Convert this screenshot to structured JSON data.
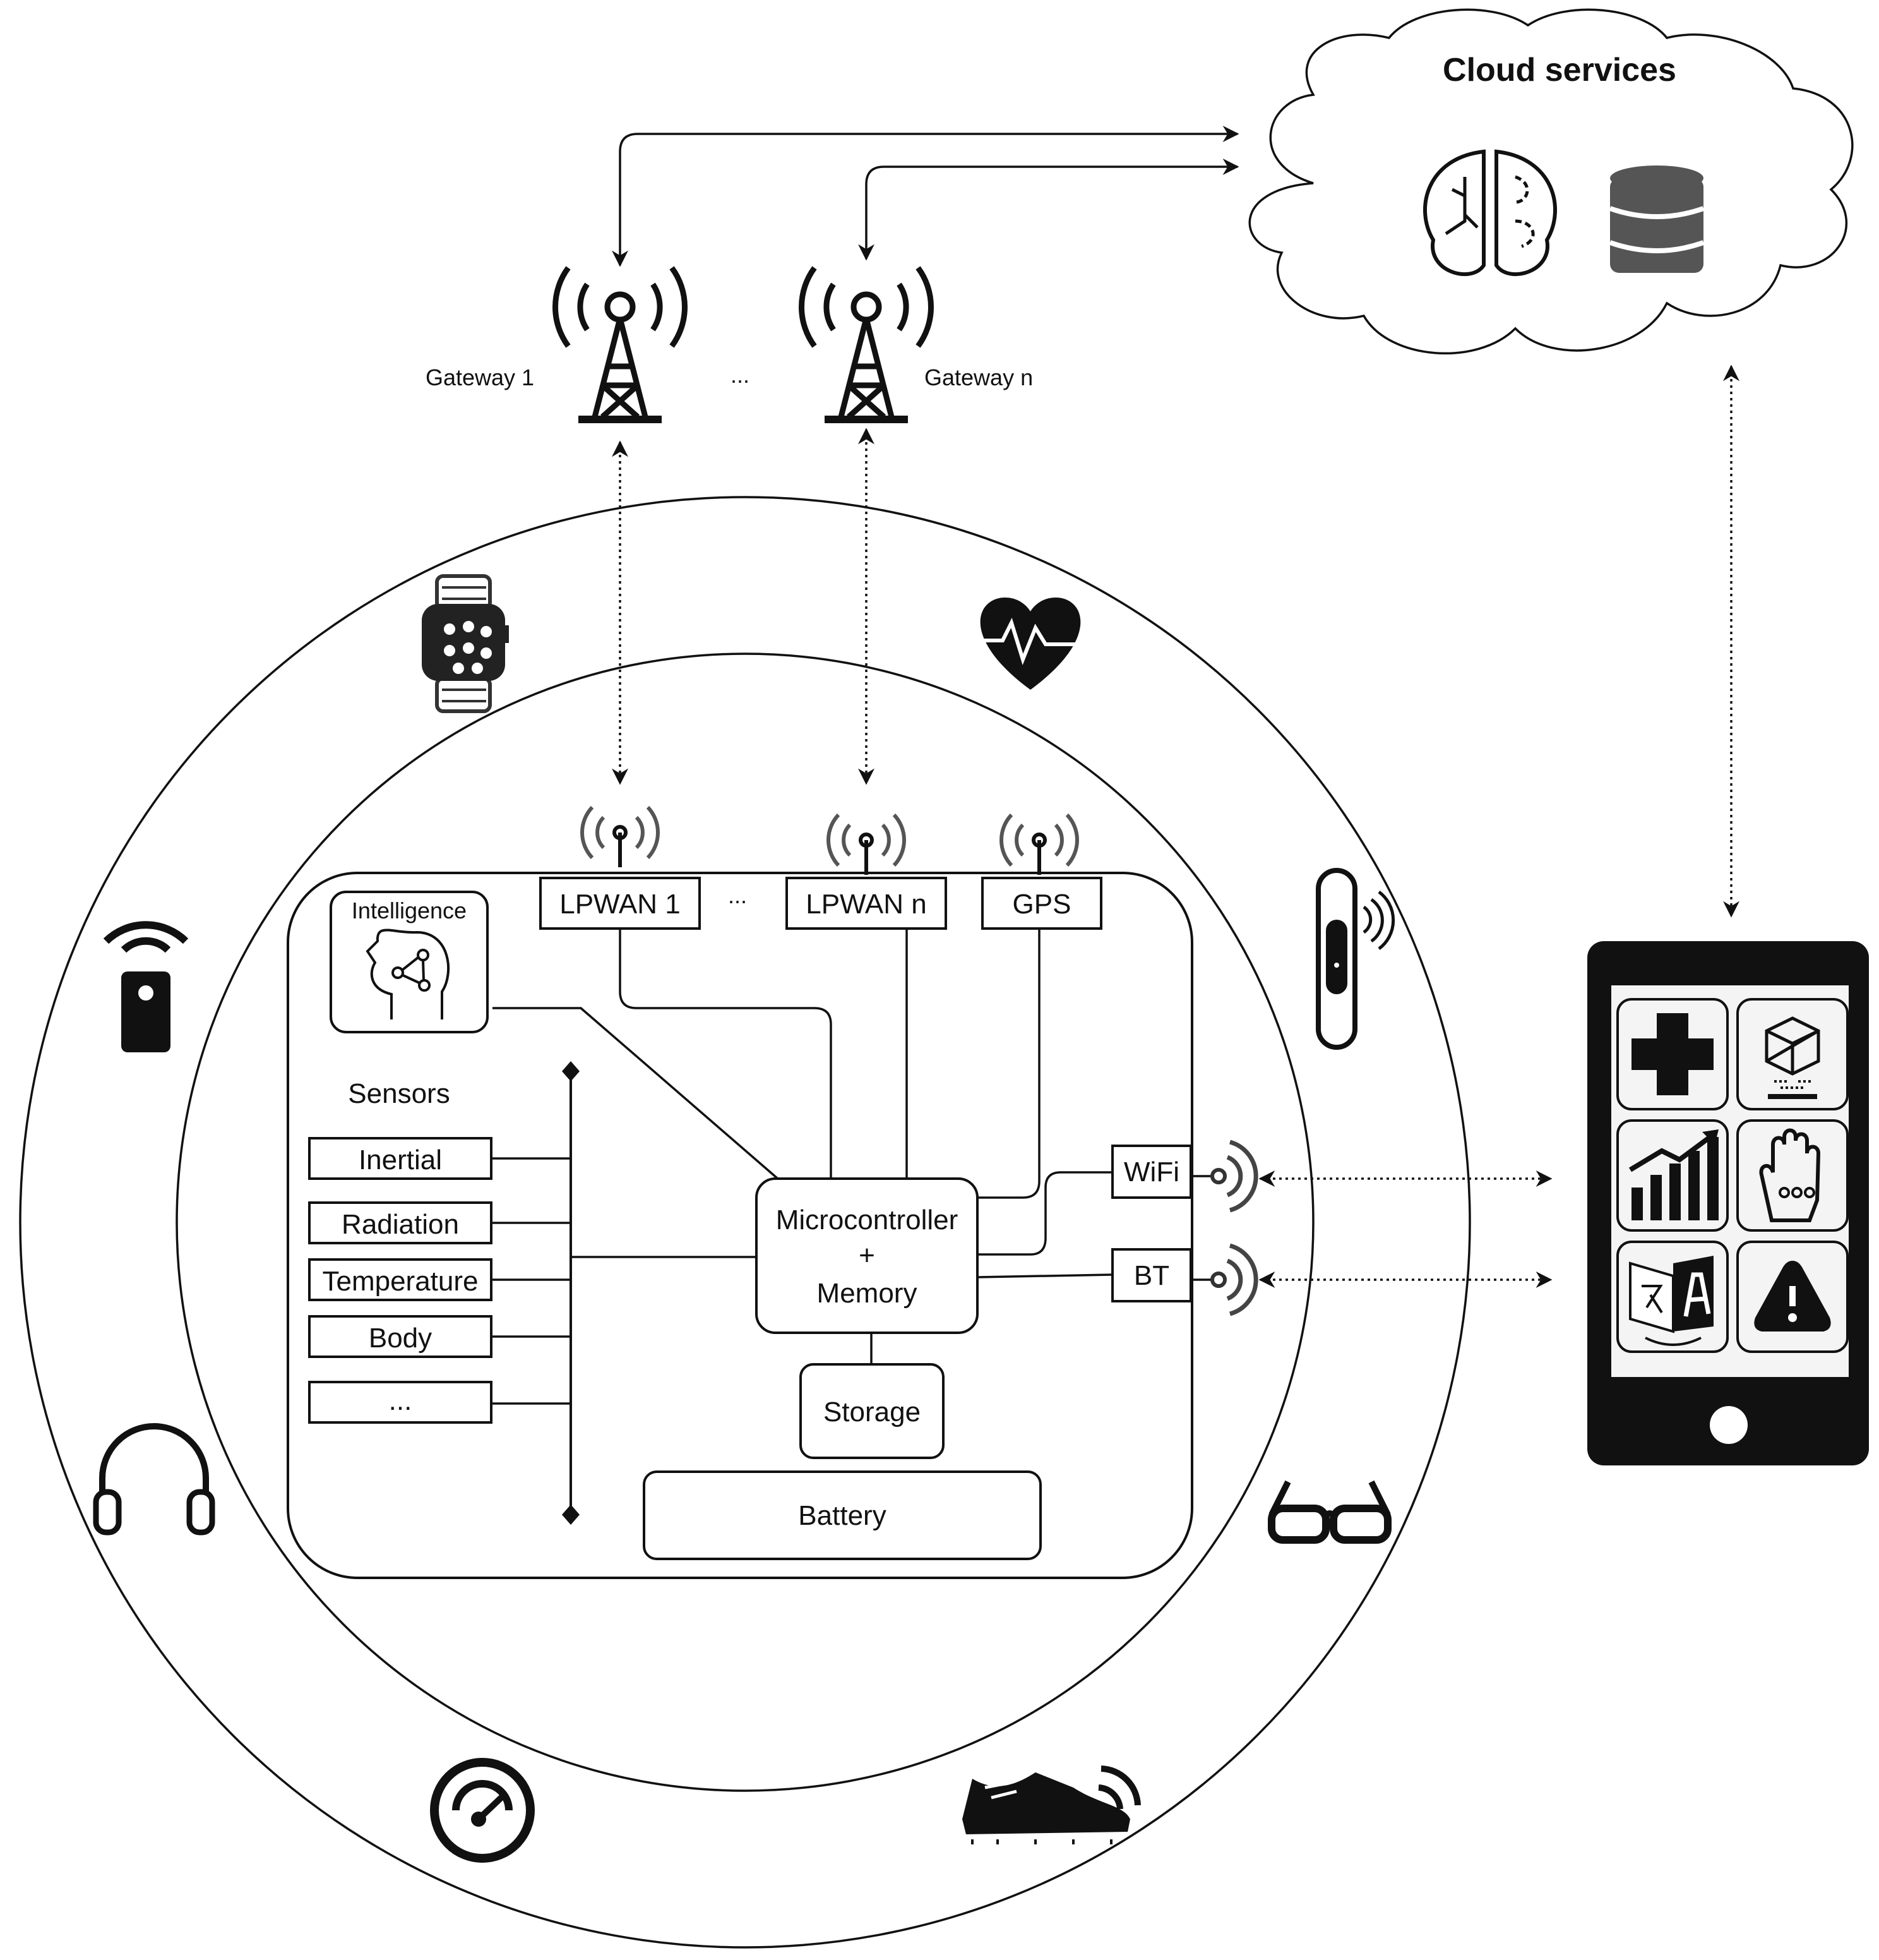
{
  "cloud": {
    "title": "Cloud services",
    "icons": [
      "brain-icon",
      "database-icon"
    ]
  },
  "gateways": {
    "first": "Gateway 1",
    "ellipsis": "...",
    "last": "Gateway n"
  },
  "device": {
    "intelligence": "Intelligence",
    "radios": [
      "LPWAN 1",
      "...",
      "LPWAN n",
      "GPS"
    ],
    "sensors_title": "Sensors",
    "sensors": [
      "Inertial",
      "Radiation",
      "Temperature",
      "Body",
      "..."
    ],
    "mcu": [
      "Microcontroller",
      "+",
      "Memory"
    ],
    "storage": "Storage",
    "battery": "Battery",
    "wifi": "WiFi",
    "bt": "BT"
  },
  "wearable_icons": [
    "smartwatch-icon",
    "heart-rate-icon",
    "fitness-band-icon",
    "remote-tag-icon",
    "headphones-icon",
    "smart-glasses-icon",
    "speedometer-icon",
    "smart-shoe-icon"
  ],
  "phone": {
    "app_icons": [
      "medical-cross-icon",
      "3d-printing-icon",
      "growth-chart-icon",
      "smart-glove-icon",
      "translate-icon",
      "warning-icon"
    ]
  }
}
